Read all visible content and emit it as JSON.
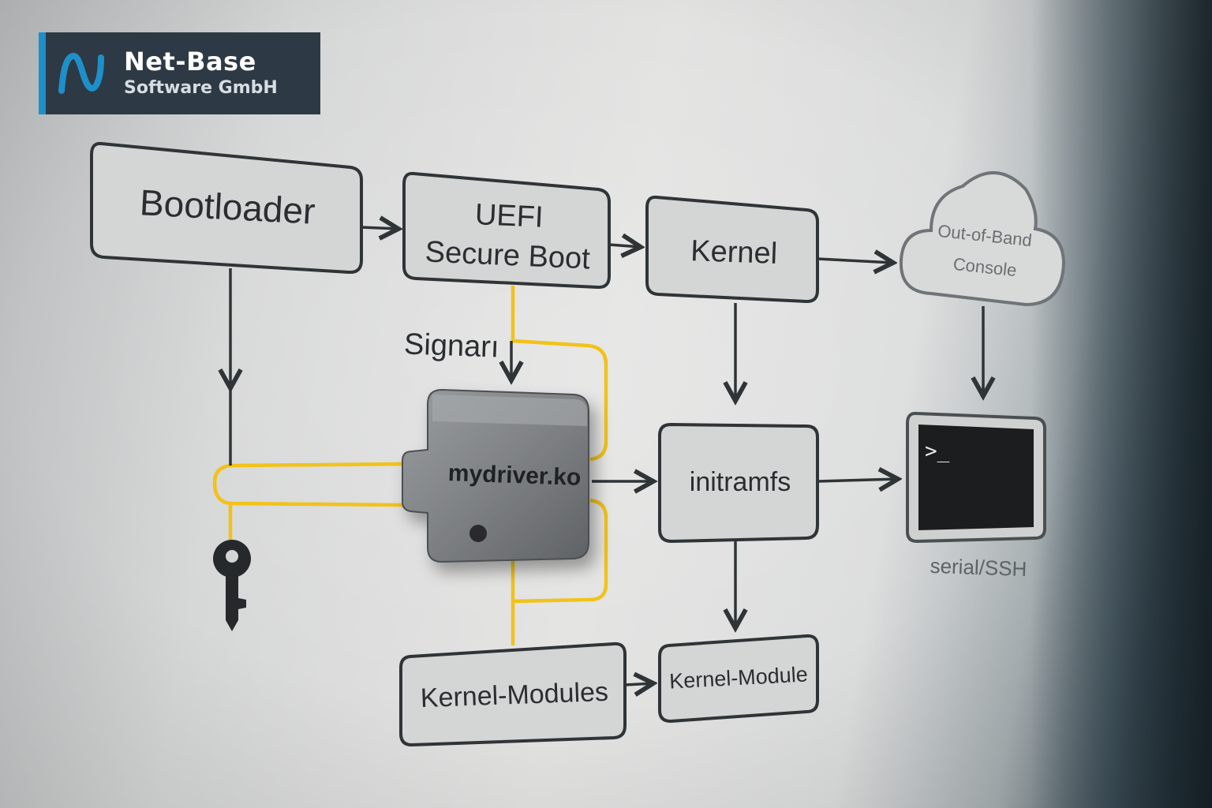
{
  "brand": {
    "name": "Net-Base",
    "subtitle": "Software GmbH",
    "accent": "#1e8fc9",
    "logo_bg": "#2d3944"
  },
  "nodes": {
    "bootloader": "Bootloader",
    "uefi_line1": "UEFI",
    "uefi_line2": "Secure Boot",
    "kernel": "Kernel",
    "cloud_line1": "Out-of-Band",
    "cloud_line2": "Console",
    "signature": "Signarı",
    "driver": "mydriver.ko",
    "initramfs": "initramfs",
    "terminal_prompt": ">_",
    "terminal_caption": "serial/SSH",
    "kernel_modules": "Kernel-Modules",
    "kernel_module": "Kernel-Module"
  },
  "icons": [
    "key-icon",
    "cloud-icon",
    "terminal-icon",
    "logo-mark-icon"
  ],
  "colors": {
    "wire": "#f2c21a",
    "line": "#2f3437",
    "box_fill": "#d4d5d5",
    "terminal_screen": "#1b1d1e"
  }
}
